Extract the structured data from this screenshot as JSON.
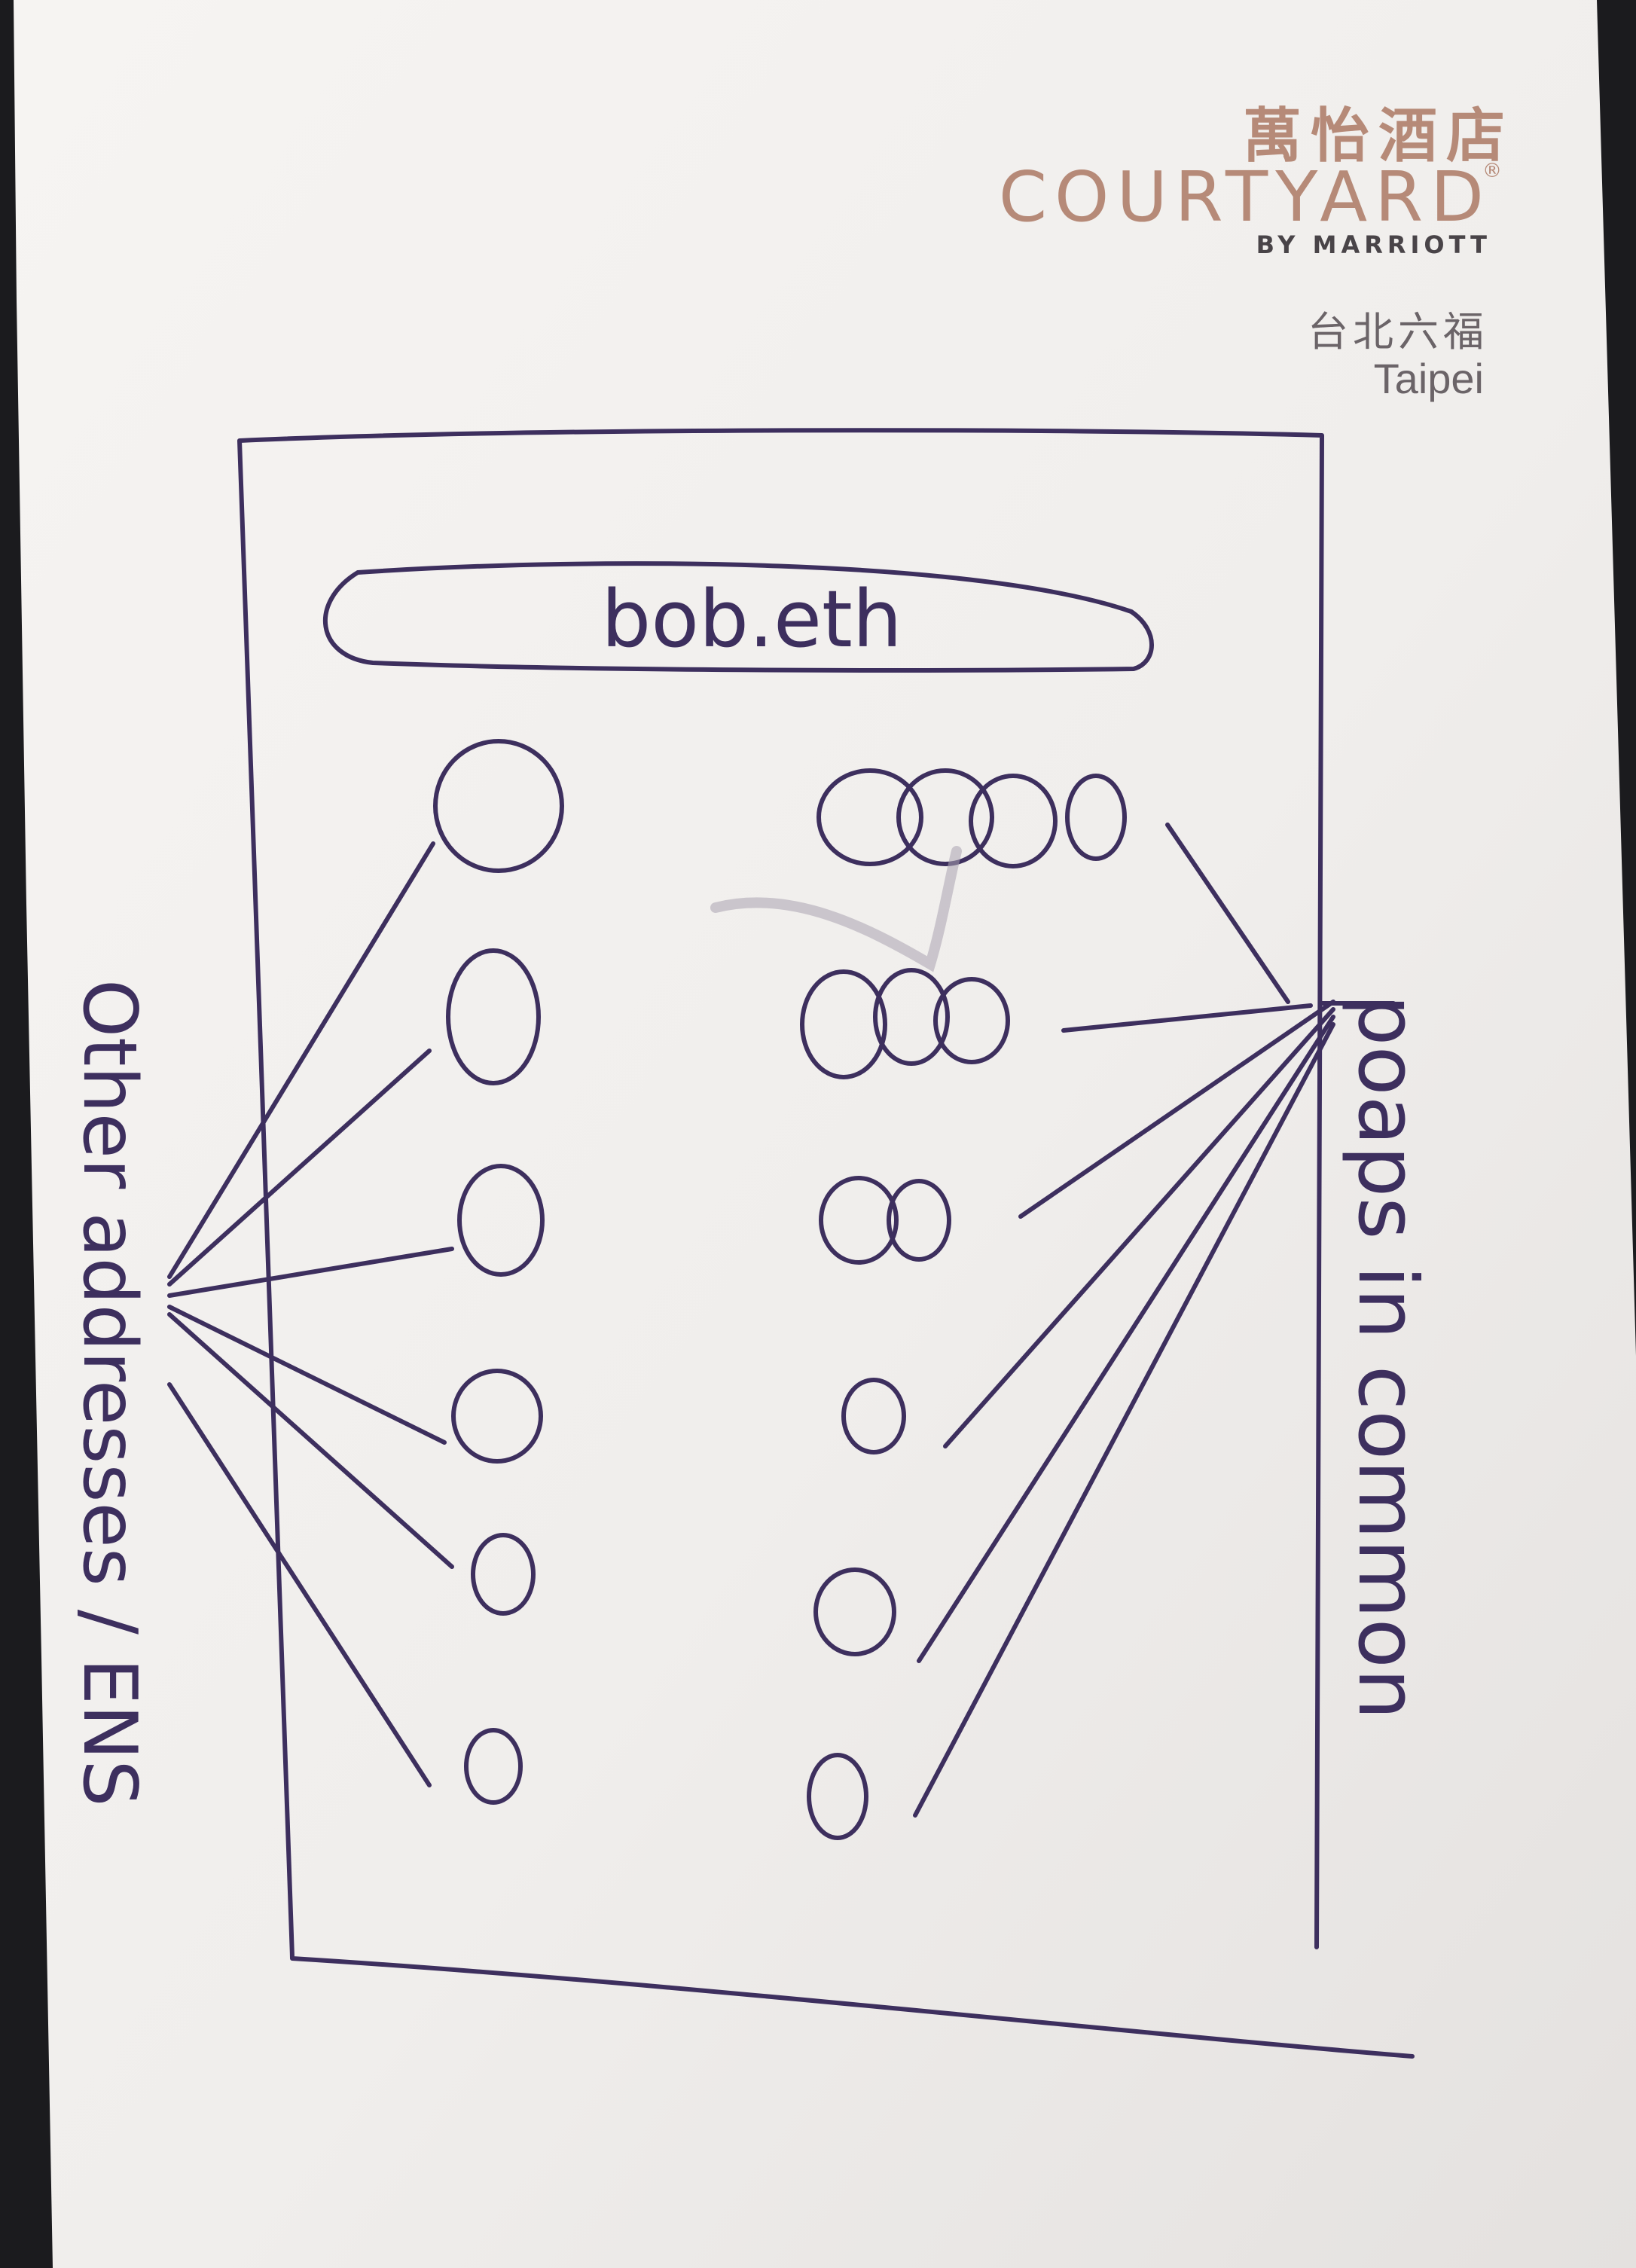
{
  "letterhead": {
    "brand_zh": "萬怡酒店",
    "brand_en": "COURTYARD",
    "registered_mark": "®",
    "byline": "BY MARRIOTT",
    "location_zh": "台北六福",
    "location_en": "Taipei"
  },
  "sketch": {
    "search_bar_text": "bob.eth",
    "left_label": "Other addresses / ENS",
    "right_label": "poaps in common"
  },
  "colors": {
    "paper": "#f3f1ef",
    "ink": "#3d2f5e",
    "brand": "#b68a78"
  }
}
